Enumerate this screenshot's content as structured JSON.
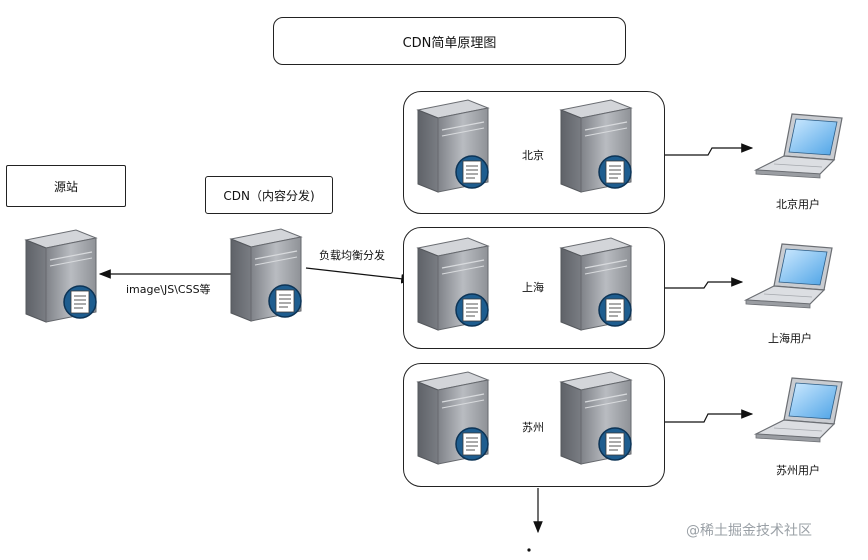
{
  "diagram": {
    "title": "CDN简单原理图",
    "origin": {
      "label": "源站"
    },
    "cdn": {
      "label": "CDN（内容分发)"
    },
    "arrow_labels": {
      "fetch": "image\\JS\\CSS等",
      "balance": "负载均衡分发"
    },
    "regions": [
      {
        "label": "北京",
        "user": "北京用户"
      },
      {
        "label": "上海",
        "user": "上海用户"
      },
      {
        "label": "苏州",
        "user": "苏州用户"
      }
    ]
  },
  "watermark": "@稀土掘金技术社区"
}
